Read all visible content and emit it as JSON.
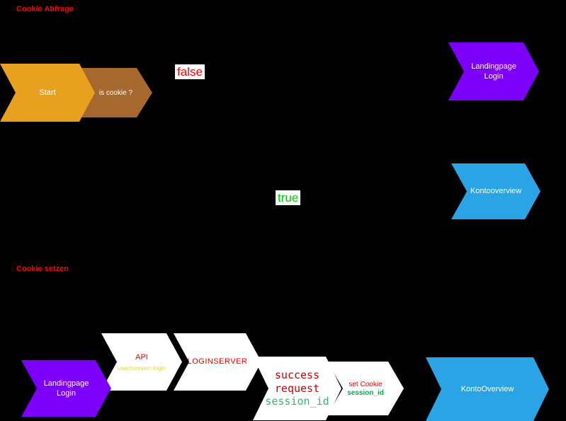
{
  "diagram": {
    "sections": {
      "cookie_abfrage": "Cookie Abfrage",
      "cookie_setzen": "Cookie setzen"
    },
    "branch_labels": {
      "false": "false",
      "true": "true"
    },
    "nodes": {
      "start": {
        "label": "Start",
        "fill": "#E8A11E"
      },
      "is_cookie": {
        "label": "is cookie ?",
        "fill": "#A5682F"
      },
      "landingpage_login_top": {
        "label": "Landingpage\nLogin",
        "fill": "#7D00FA"
      },
      "kontooverview_top": {
        "label": "Kontooverview",
        "fill": "#2BA4E5"
      },
      "landingpage_login_bottom": {
        "label": "Landingpage\nLogin",
        "fill": "#7D00FA"
      },
      "api": {
        "label": "API",
        "sublabel": "user/session.login",
        "fill": "#FFFFFF"
      },
      "loginserver": {
        "label": "LOGINSERVER",
        "fill": "#FFFFFF"
      },
      "login_response": {
        "label": "success\nrequest",
        "session_label": "session_id",
        "fill": "#FFFFFF"
      },
      "set_cookie": {
        "label": "set Cookie",
        "session_label": "session_id",
        "fill": "#FFFFFF"
      },
      "kontooverview_bottom": {
        "label": "KontoOverview",
        "fill": "#2BA4E5"
      }
    },
    "colors": {
      "background": "#000000",
      "title_red": "#FF0000",
      "node_text_white": "#FFFFFF",
      "node_text_red": "#EE0000",
      "false_red": "#FF0000",
      "true_green": "#00CC00",
      "session_green_mono": "#3CB371",
      "session_green_bold": "#00B050",
      "api_sub_yellow": "#E0D43C"
    }
  }
}
